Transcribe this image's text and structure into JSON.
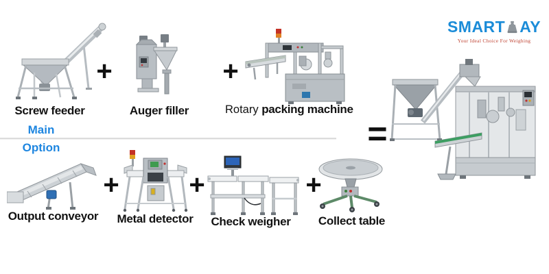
{
  "logo": {
    "name_part1": "SMART",
    "name_part2": "AY",
    "weight_icon": "weight-icon",
    "tagline": "Your Ideal Choice For Weighing"
  },
  "operators": {
    "plus": "+",
    "equals": "="
  },
  "colors": {
    "accent_blue": "#1E86E0",
    "logo_blue": "#1B8CD8",
    "tagline_red": "#BF4434",
    "label_color": "#121212",
    "divider_gray": "#DCDCDC"
  },
  "sections": {
    "main": {
      "label": "Main",
      "items": [
        {
          "label": "Screw feeder",
          "icon": "screw-feeder-illustration"
        },
        {
          "label": "Auger filler",
          "icon": "auger-filler-illustration"
        },
        {
          "label_regular": "Rotary ",
          "label_bold": "packing machine",
          "icon": "rotary-packing-machine-illustration"
        }
      ]
    },
    "option": {
      "label": "Option",
      "items": [
        {
          "label": "Output conveyor",
          "icon": "output-conveyor-illustration"
        },
        {
          "label": "Metal detector",
          "icon": "metal-detector-illustration"
        },
        {
          "label": "Check weigher",
          "icon": "check-weigher-illustration"
        },
        {
          "label": "Collect table",
          "icon": "collect-table-illustration"
        }
      ]
    }
  },
  "result": {
    "icon": "complete-packing-line-illustration"
  }
}
